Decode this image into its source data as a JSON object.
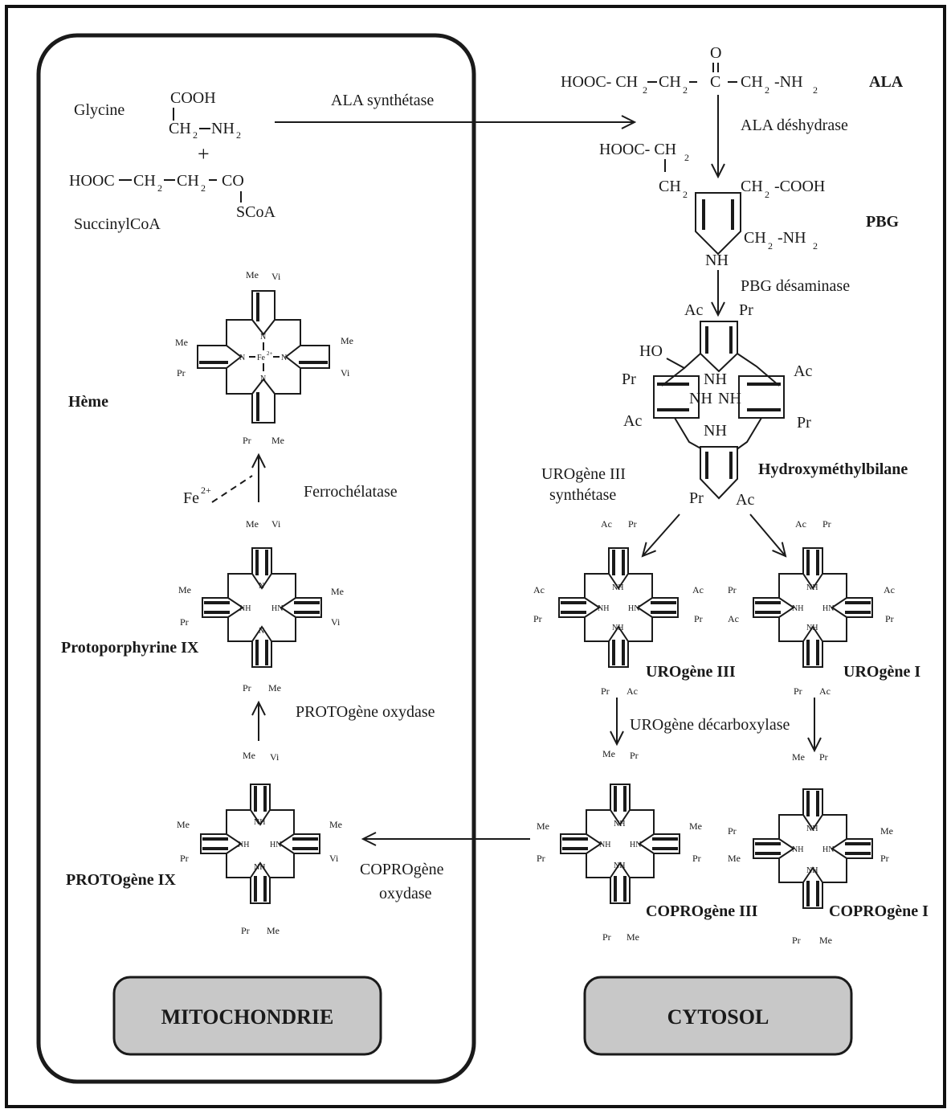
{
  "colors": {
    "stroke": "#1a1a1a",
    "compartment_fill": "#c8c8c8",
    "background": "#ffffff"
  },
  "compartments": {
    "mitochondria": "MITOCHONDRIE",
    "cytosol": "CYTOSOL"
  },
  "reactants": {
    "glycine_name": "Glycine",
    "glycine_cooh": "COOH",
    "glycine_ch2": "CH",
    "glycine_ch2_sub": "2",
    "glycine_nh": "NH",
    "glycine_nh_sub": "2",
    "plus": "+",
    "succinyl_hooc": "HOOC",
    "succinyl_ch2_a": "CH",
    "succinyl_ch2_b": "CH",
    "succinyl_sub": "2",
    "succinyl_co": "CO",
    "succinyl_scoa": "SCoA",
    "succinyl_name": "SuccinylCoA"
  },
  "ala": {
    "name": "ALA",
    "formula_left": "HOOC- CH",
    "formula_ch2": "CH",
    "formula_c": "C",
    "formula_ch2_nh": "CH",
    "formula_nh": "-NH",
    "oxygen": "O",
    "sub": "2"
  },
  "pbg": {
    "name": "PBG",
    "hooc_ch2": "HOOC- CH",
    "ch2_left": "CH",
    "ch2_cooh": "CH",
    "cooh": "-COOH",
    "ch2_nh2": "CH",
    "nh2": "-NH",
    "nh": "NH",
    "sub": "2"
  },
  "hmb": {
    "name": "Hydroxyméthylbilane",
    "ho": "HO",
    "ac": "Ac",
    "pr": "Pr",
    "nh": "NH"
  },
  "macrocycles": {
    "heme": {
      "name": "Hème",
      "fe": "Fe",
      "fe_charge": "2+",
      "n": "N",
      "me": "Me",
      "vi": "Vi",
      "pr": "Pr"
    },
    "protoporphyrin": {
      "name": "Protoporphyrine IX",
      "n": "N",
      "nh": "NH",
      "hn": "HN",
      "me": "Me",
      "vi": "Vi",
      "pr": "Pr"
    },
    "protogen": {
      "name": "PROTOgène IX",
      "nh": "NH",
      "hn": "HN",
      "me": "Me",
      "vi": "Vi",
      "pr": "Pr"
    },
    "urogen3": {
      "name": "UROgène III",
      "nh": "NH",
      "hn": "HN",
      "ac": "Ac",
      "pr": "Pr"
    },
    "urogen1": {
      "name": "UROgène I",
      "nh": "NH",
      "hn": "HN",
      "ac": "Ac",
      "pr": "Pr"
    },
    "coprogen3": {
      "name": "COPROgène III",
      "nh": "NH",
      "hn": "HN",
      "me": "Me",
      "pr": "Pr"
    },
    "coprogen1": {
      "name": "COPROgène I",
      "nh": "NH",
      "hn": "HN",
      "me": "Me",
      "pr": "Pr"
    }
  },
  "enzymes": {
    "ala_synthetase": "ALA synthétase",
    "ala_dehydrase": "ALA déshydrase",
    "pbg_desaminase": "PBG désaminase",
    "urogen3_synthetase_1": "UROgène III",
    "urogen3_synthetase_2": "synthétase",
    "urogen_decarboxylase": "UROgène décarboxylase",
    "coprogen_oxydase_1": "COPROgène",
    "coprogen_oxydase_2": "oxydase",
    "protogen_oxydase": "PROTOgène oxydase",
    "ferrochelatase": "Ferrochélatase",
    "fe_ion": "Fe",
    "fe_ion_charge": "2+"
  }
}
